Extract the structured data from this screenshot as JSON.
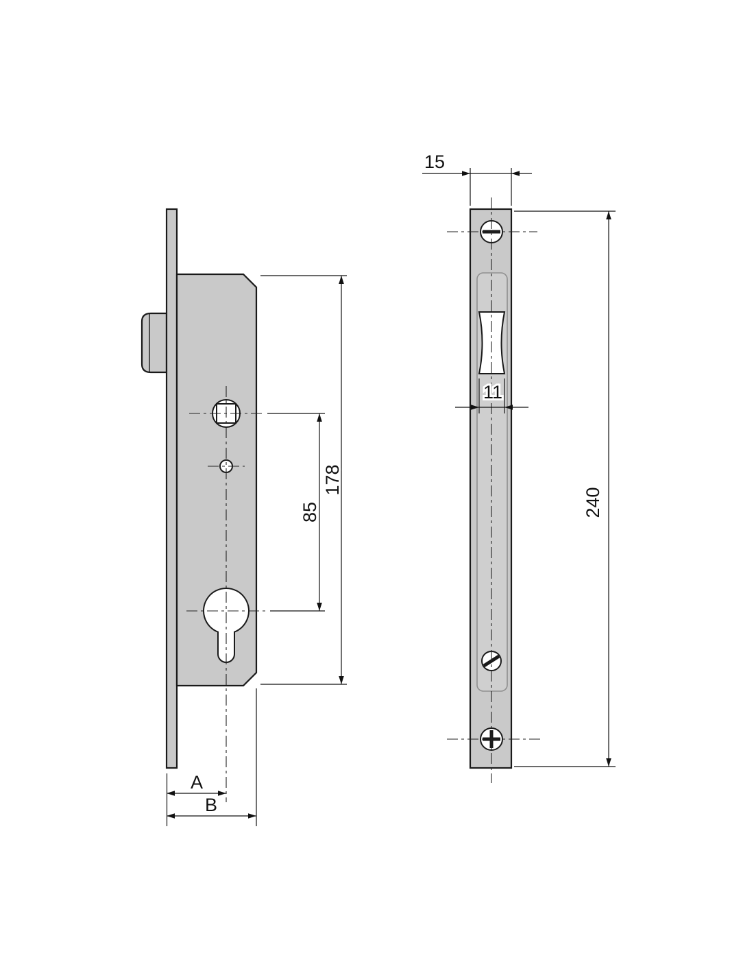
{
  "drawing": {
    "colors": {
      "line": "#1a1a1a",
      "metal": "#c9c9c9",
      "recess": "#cfcfcf",
      "hole": "#ffffff"
    },
    "labels": {
      "case_height": "178",
      "follower_to_cylinder": "85",
      "backset": "A",
      "case_depth": "B",
      "faceplate_width": "15",
      "latch_width": "11",
      "faceplate_height": "240"
    }
  }
}
